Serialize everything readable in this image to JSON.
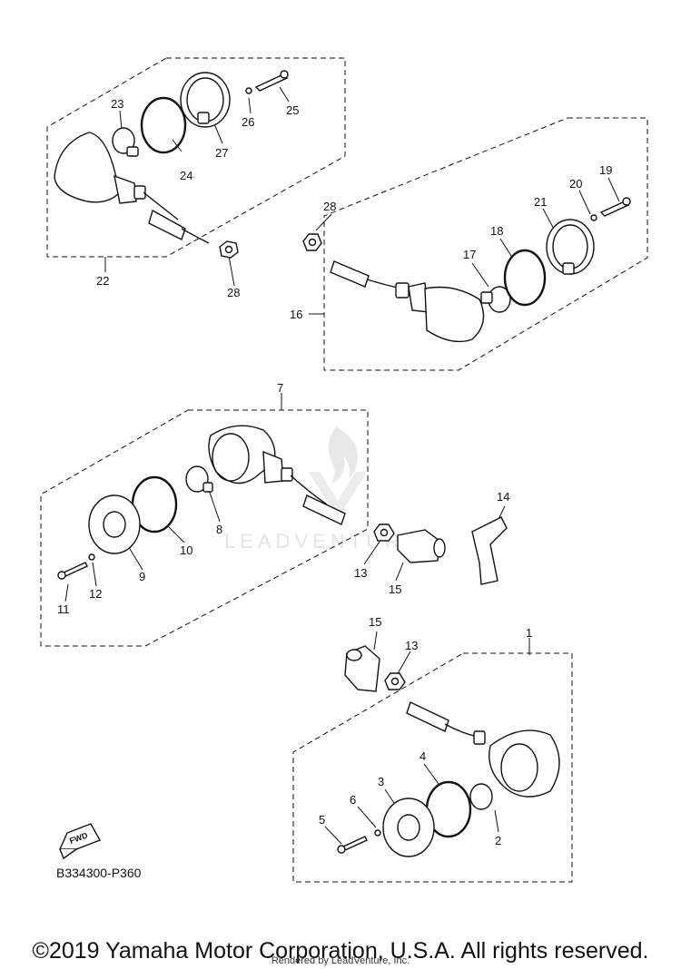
{
  "diagram_id": "B334300-P360",
  "copyright": "©2019 Yamaha Motor Corporation, U.S.A. All rights reserved.",
  "rendered_by": "Rendered by LeadVenture, Inc.",
  "watermark": "LEADVENTURE",
  "fwd_label": "FWD",
  "callouts": {
    "p22": "22",
    "p23": "23",
    "p24": "24",
    "p25": "25",
    "p26": "26",
    "p27": "27",
    "p28a": "28",
    "p28b": "28",
    "p16": "16",
    "p17": "17",
    "p18": "18",
    "p19": "19",
    "p20": "20",
    "p21": "21",
    "p7": "7",
    "p8": "8",
    "p9": "9",
    "p10": "10",
    "p11": "11",
    "p12": "12",
    "p13a": "13",
    "p14": "14",
    "p15a": "15",
    "p1": "1",
    "p15b": "15",
    "p13b": "13",
    "p2": "2",
    "p3": "3",
    "p4": "4",
    "p5": "5",
    "p6": "6"
  }
}
